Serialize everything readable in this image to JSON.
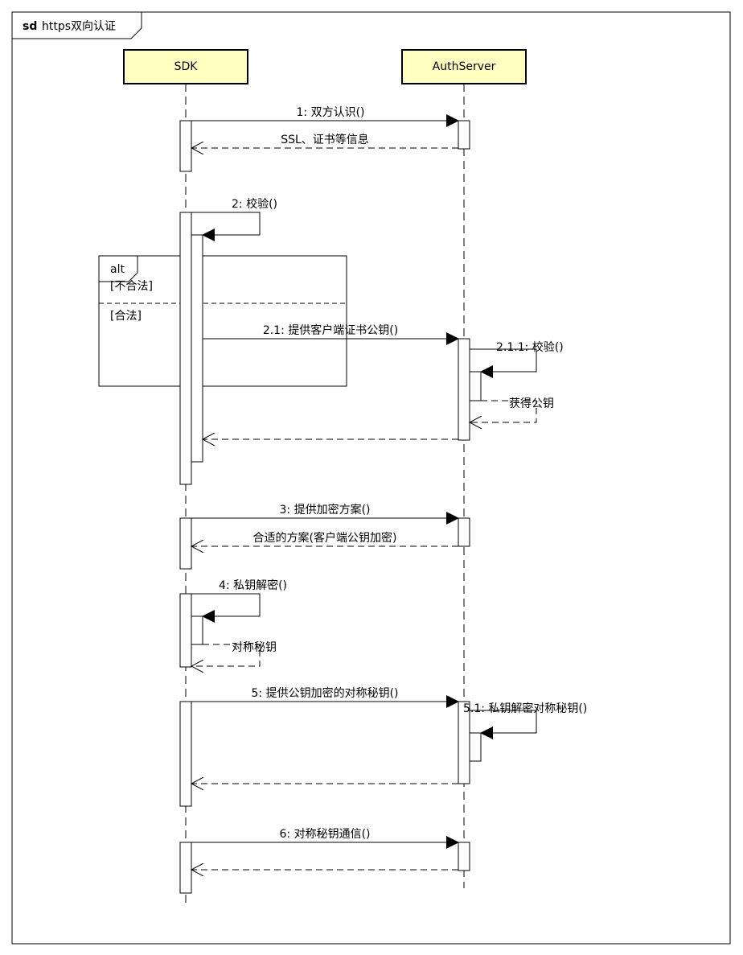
{
  "frame": {
    "keyword": "sd",
    "title": "https双向认证"
  },
  "lifelines": [
    {
      "name": "SDK"
    },
    {
      "name": "AuthServer"
    }
  ],
  "colors": {
    "lifeline_fill": "#FFFFC0",
    "stroke": "#000000",
    "background": "#FFFFFF"
  },
  "messages": [
    {
      "label": "1: 双方认识()",
      "kind": "call"
    },
    {
      "label": "SSL、证书等信息",
      "kind": "return"
    },
    {
      "label": "2: 校验()",
      "kind": "self-call"
    },
    {
      "label": "2.1: 提供客户端证书公钥()",
      "kind": "call"
    },
    {
      "label": "2.1.1: 校验()",
      "kind": "self-call"
    },
    {
      "label": "获得公钥",
      "kind": "self-return"
    },
    {
      "label": "",
      "kind": "return"
    },
    {
      "label": "3: 提供加密方案()",
      "kind": "call"
    },
    {
      "label": "合适的方案(客户端公钥加密)",
      "kind": "return"
    },
    {
      "label": "4: 私钥解密()",
      "kind": "self-call"
    },
    {
      "label": "对称秘钥",
      "kind": "self-return"
    },
    {
      "label": "5: 提供公钥加密的对称秘钥()",
      "kind": "call"
    },
    {
      "label": "5.1: 私钥解密对称秘钥()",
      "kind": "self-call"
    },
    {
      "label": "",
      "kind": "return"
    },
    {
      "label": "6: 对称秘钥通信()",
      "kind": "call"
    },
    {
      "label": "",
      "kind": "return"
    }
  ],
  "alt_fragment": {
    "operator": "alt",
    "guards": [
      "[不合法]",
      "[合法]"
    ]
  }
}
